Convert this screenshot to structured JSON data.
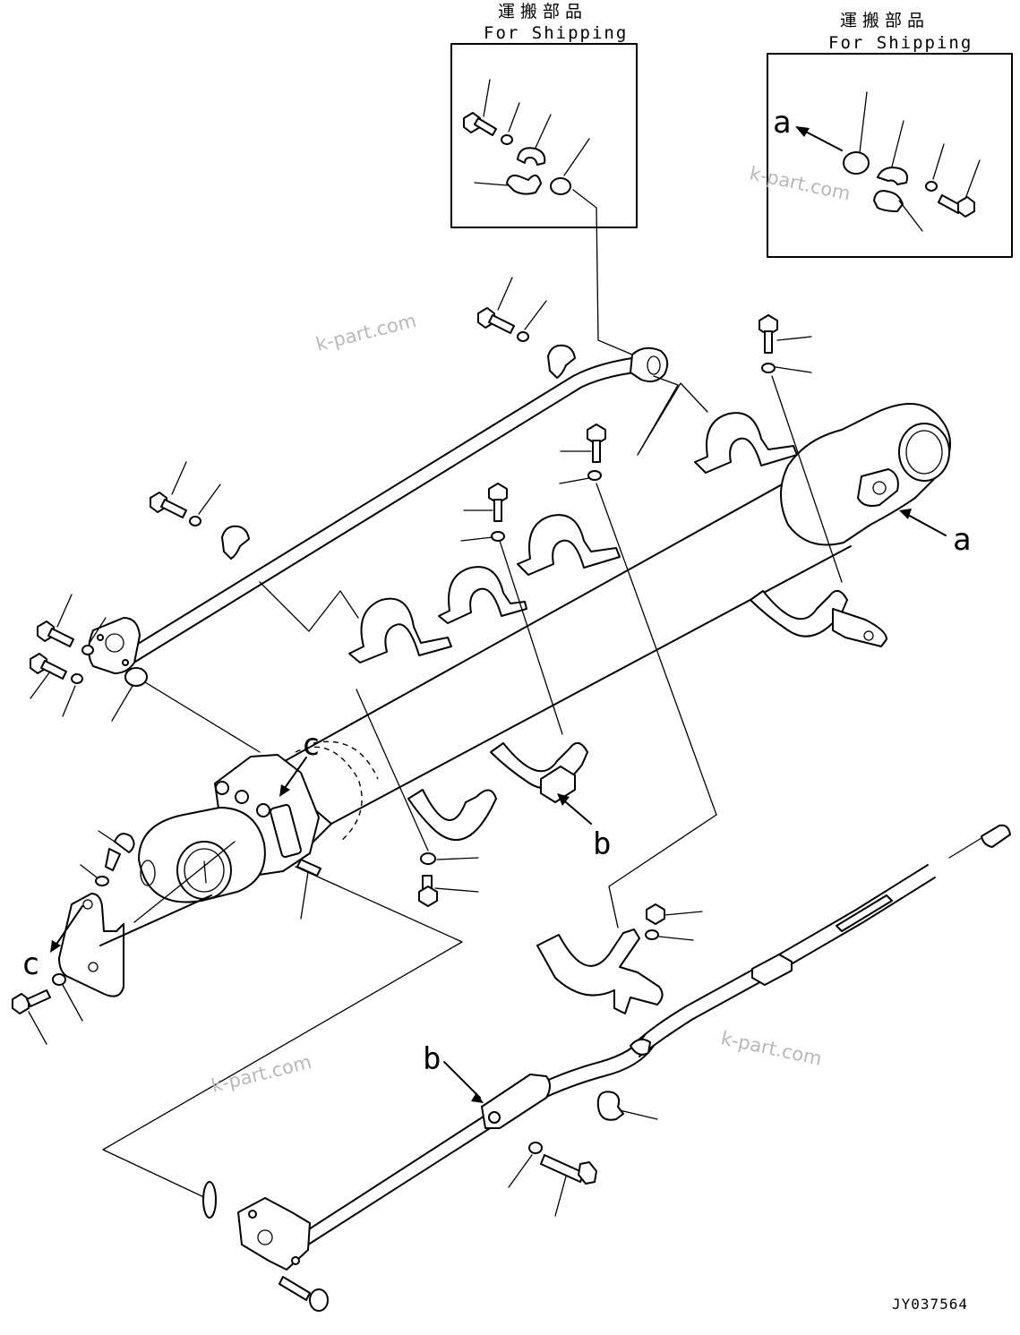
{
  "diagram": {
    "shipping_boxes": [
      {
        "title_jp": "運搬部品",
        "title_en": "For Shipping"
      },
      {
        "title_jp": "運搬部品",
        "title_en": "For Shipping"
      }
    ],
    "callouts": {
      "a": "a",
      "b": "b",
      "c": "c"
    },
    "watermark": "k-part.com",
    "drawing_code": "JY037564"
  }
}
